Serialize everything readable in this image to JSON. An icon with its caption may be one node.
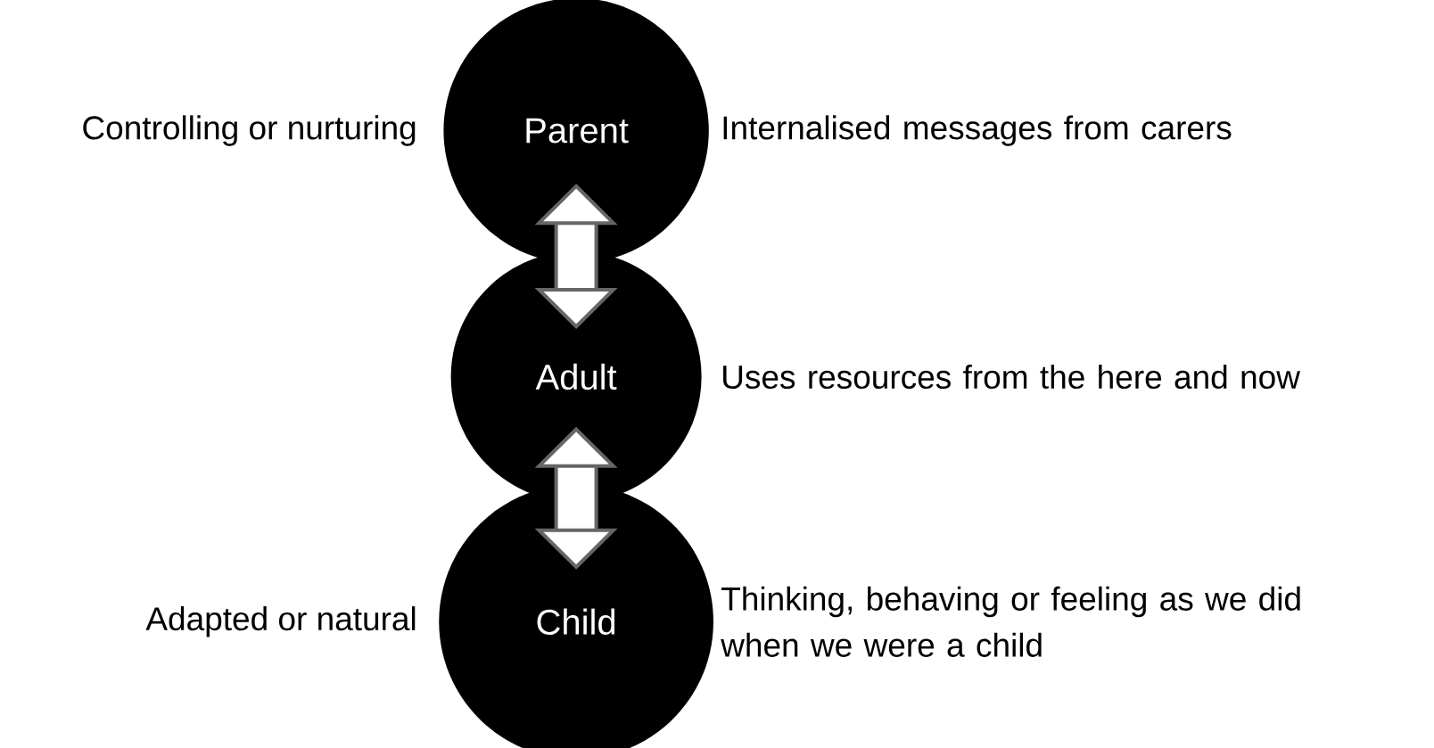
{
  "diagram": {
    "nodes": [
      {
        "text": [
          "Parent"
        ],
        "beside": [
          "Controlling or nurturing",
          "Internalised messages from carers"
        ]
      },
      {
        "text": [
          "Adult"
        ],
        "beside": [
          "Uses resources from the here and now"
        ]
      },
      {
        "text": [
          "Child"
        ],
        "beside": [
          "Adapted or natural",
          "Thinking, behaving or feeling as we did when we were a child"
        ]
      }
    ],
    "edges": [
      {
        "from": 0,
        "to": 1,
        "arrow": "both"
      },
      {
        "from": 1,
        "to": 2,
        "arrow": "both"
      }
    ]
  }
}
